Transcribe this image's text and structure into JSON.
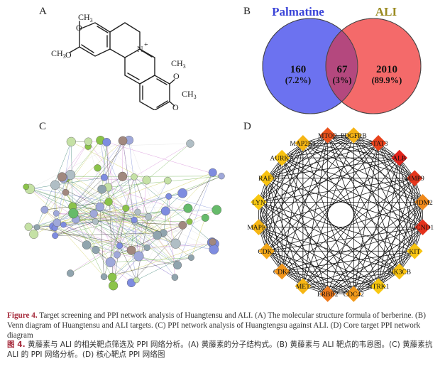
{
  "panels": {
    "a": {
      "letter": "A",
      "substituents": {
        "ch3_top": "CH",
        "three_top": "3",
        "o_top": "O",
        "o_left": "O",
        "ch3_left": "CH",
        "three_left": "3",
        "n_plus": "N",
        "plus": "+",
        "o_right1": "O",
        "ch3_right1": "CH",
        "three_right1": "3",
        "o_right2": "O",
        "ch3_right2": "CH",
        "three_right2": "3"
      }
    },
    "b": {
      "letter": "B",
      "set_left": "Palmatine",
      "set_right": "ALI",
      "left_only_count": "160",
      "left_only_pct": "(7.2%)",
      "overlap_count": "67",
      "overlap_pct": "(3%)",
      "right_only_count": "2010",
      "right_only_pct": "(89.9%)",
      "colors": {
        "left": "#6c72f0",
        "right": "#f46a6a",
        "overlap": "#b4487e",
        "left_title": "#3a44d8",
        "right_title": "#9a8a20"
      }
    },
    "c": {
      "letter": "C"
    },
    "d": {
      "letter": "D",
      "nodes": [
        {
          "label": "PDGFRB",
          "color": "#f6b314"
        },
        {
          "label": "STAT3",
          "color": "#e8421c"
        },
        {
          "label": "ALB",
          "color": "#e2241c"
        },
        {
          "label": "MMP9",
          "color": "#e5361c"
        },
        {
          "label": "MDM2",
          "color": "#f08a1c"
        },
        {
          "label": "CCND1",
          "color": "#e4321c"
        },
        {
          "label": "KIT",
          "color": "#f8c410"
        },
        {
          "label": "PIK3CB",
          "color": "#f8c210"
        },
        {
          "label": "NTRK1",
          "color": "#f8c810"
        },
        {
          "label": "CDC42",
          "color": "#f29a1c"
        },
        {
          "label": "ERBB2",
          "color": "#ee7a1c"
        },
        {
          "label": "MET",
          "color": "#f6b614"
        },
        {
          "label": "CDK4",
          "color": "#f2961c"
        },
        {
          "label": "CDK2",
          "color": "#f4a818"
        },
        {
          "label": "MAPK8",
          "color": "#f6b614"
        },
        {
          "label": "LYN",
          "color": "#f8c810"
        },
        {
          "label": "RAF1",
          "color": "#f8c210"
        },
        {
          "label": "AURKA",
          "color": "#f8c210"
        },
        {
          "label": "MAP2K1",
          "color": "#f6b614"
        },
        {
          "label": "MTOR",
          "color": "#ea521c"
        }
      ]
    }
  },
  "caption": {
    "en_head": "Figure 4.",
    "en_body": " Target screening and PPI network analysis of Huangtensu and ALI. (A) The molecular structure formula of berberine. (B) Venn diagram of Huangtensu and ALI targets. (C) PPI network analysis of Huangtengsu against ALI. (D) Core target PPI network diagram",
    "zh_head": "图 4.",
    "zh_body": " 黄藤素与 ALI 的相关靶点筛选及 PPI 网络分析。(A) 黄藤素的分子结构式。(B) 黄藤素与 ALI 靶点的韦恩图。(C) 黄藤素抗 ALI 的 PPI 网络分析。(D) 核心靶点 PPI 网络图"
  }
}
